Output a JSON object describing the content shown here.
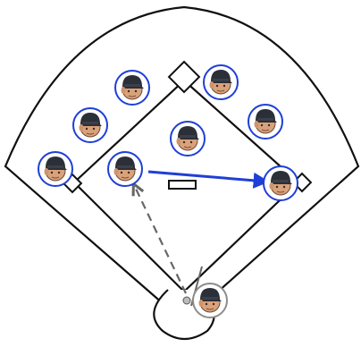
{
  "diagram": {
    "colors": {
      "outline": "#111111",
      "field": "#ffffff",
      "fielder_ring": "#1f3fd6",
      "runner_ring": "#8c8c8c",
      "arrow": "#1f3fd6",
      "dashed_path": "#666666",
      "cap": "#2b2f38",
      "skin": "#d9a27b"
    },
    "icons": {
      "player": "player-head-icon"
    },
    "players": [
      {
        "role": "left-fielder",
        "team": "defense"
      },
      {
        "role": "shortstop-deep",
        "team": "defense"
      },
      {
        "role": "center-fielder",
        "team": "defense"
      },
      {
        "role": "second-baseman",
        "team": "defense"
      },
      {
        "role": "right-fielder",
        "team": "defense"
      },
      {
        "role": "third-baseman",
        "team": "defense"
      },
      {
        "role": "pitcher",
        "team": "defense"
      },
      {
        "role": "first-baseman",
        "team": "defense"
      },
      {
        "role": "batter-runner",
        "team": "offense"
      }
    ]
  }
}
